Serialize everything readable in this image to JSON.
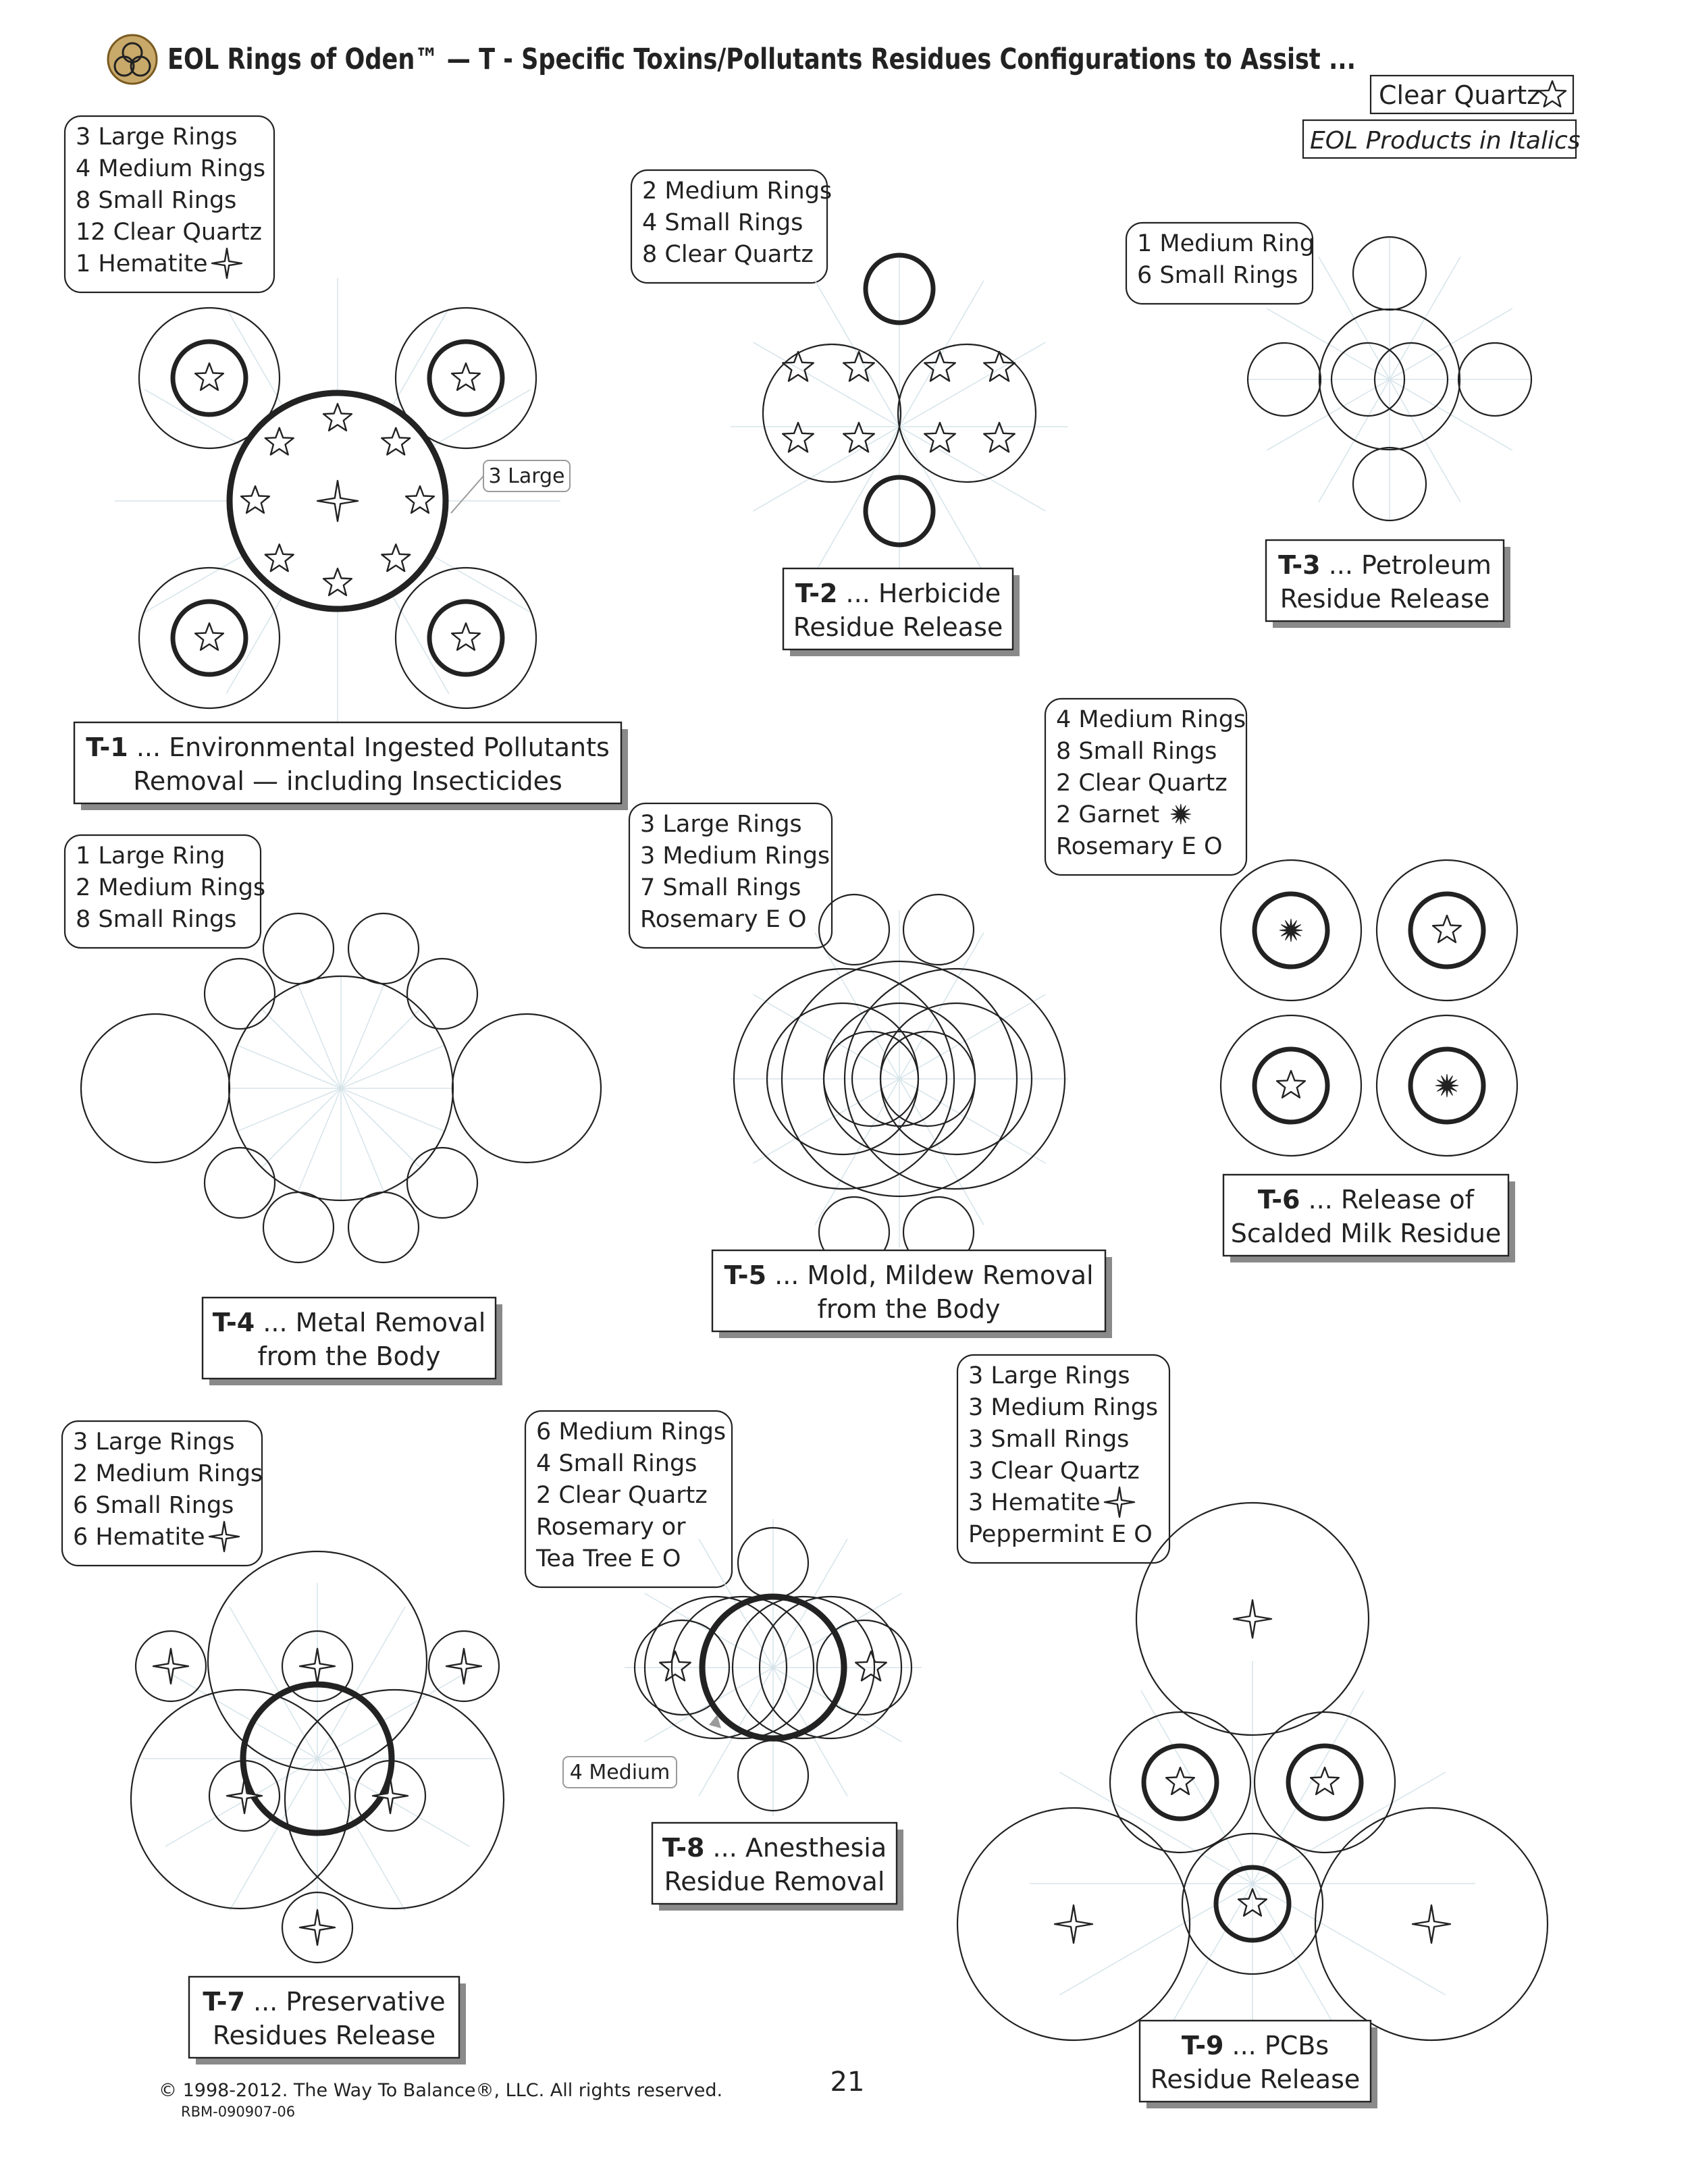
{
  "header": {
    "title": "EOL Rings of Oden™ — T - Specific Toxins/Pollutants Residues Configurations to Assist ...",
    "legend_clear_quartz": "Clear Quartz",
    "legend_products": "EOL Products in Italics",
    "logo_icon": "eol-logo-icon"
  },
  "configs": {
    "t1": {
      "materials": [
        "3 Large Rings",
        "4 Medium Rings",
        "8 Small Rings",
        "12 Clear Quartz",
        "1 Hematite"
      ],
      "code": "T-1",
      "title": [
        "... Environmental Ingested Pollutants",
        "Removal — including Insecticides"
      ],
      "note": "3 Large"
    },
    "t2": {
      "materials": [
        "2 Medium Rings",
        "4 Small Rings",
        "8 Clear Quartz"
      ],
      "code": "T-2",
      "title": [
        "... Herbicide",
        "Residue Release"
      ]
    },
    "t3": {
      "materials": [
        "1 Medium Ring",
        "6 Small Rings"
      ],
      "code": "T-3",
      "title": [
        "... Petroleum",
        "Residue Release"
      ]
    },
    "t4": {
      "materials": [
        "1 Large Ring",
        "2 Medium Rings",
        "8 Small Rings"
      ],
      "code": "T-4",
      "title": [
        "... Metal Removal",
        "from the Body"
      ]
    },
    "t5": {
      "materials": [
        "3 Large Rings",
        "3 Medium Rings",
        "7 Small Rings",
        "Rosemary E O"
      ],
      "code": "T-5",
      "title": [
        "... Mold, Mildew Removal",
        "from the Body"
      ]
    },
    "t6": {
      "materials": [
        "4 Medium Rings",
        "8 Small Rings",
        "2 Clear Quartz",
        "2 Garnet",
        "Rosemary E O"
      ],
      "code": "T-6",
      "title": [
        "... Release of",
        "Scalded Milk Residue"
      ]
    },
    "t7": {
      "materials": [
        "3 Large Rings",
        "2 Medium Rings",
        "6 Small Rings",
        "6 Hematite"
      ],
      "code": "T-7",
      "title": [
        "... Preservative",
        "Residues Release"
      ]
    },
    "t8": {
      "materials": [
        "6 Medium Rings",
        "4 Small Rings",
        "2 Clear Quartz",
        "Rosemary or",
        "Tea Tree E O"
      ],
      "code": "T-8",
      "title": [
        "... Anesthesia",
        "Residue Removal"
      ],
      "note": "4 Medium"
    },
    "t9": {
      "materials": [
        "3 Large Rings",
        "3 Medium Rings",
        "3 Small Rings",
        "3 Clear Quartz",
        "3 Hematite",
        "Peppermint E O"
      ],
      "code": "T-9",
      "title": [
        "... PCBs",
        "Residue Release"
      ]
    }
  },
  "footer": {
    "copyright": "© 1998-2012. The Way To Balance®, LLC.  All rights reserved.",
    "doc_id": "RBM-090907-06",
    "page_number": "21"
  },
  "icons": {
    "clear_quartz": "star-outline-icon",
    "hematite": "four-point-star-icon",
    "garnet": "starburst-icon"
  },
  "colors": {
    "ink": "#222222",
    "shadow": "#8a8a8a",
    "guide": "#d6e4ea",
    "note": "#9a9a9a"
  }
}
